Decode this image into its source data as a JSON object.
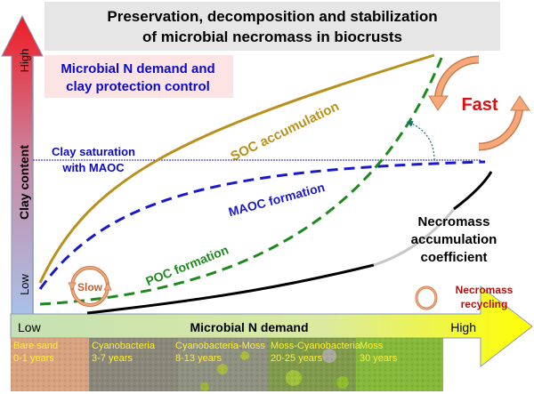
{
  "title": {
    "line1": "Preservation, decomposition and stabilization",
    "line2": "of microbial necromass in biocrusts"
  },
  "control_box": {
    "line1": "Microbial N demand and",
    "line2": "clay protection control"
  },
  "y_axis": {
    "label": "Clay content",
    "high": "High",
    "low": "Low"
  },
  "x_axis": {
    "label": "Microbial N demand",
    "low": "Low",
    "high": "High"
  },
  "clay_saturation": {
    "line1": "Clay saturation",
    "line2": "with MAOC"
  },
  "curves": {
    "soc": "SOC accumulation",
    "maoc": "MAOC formation",
    "poc": "POC formation",
    "necromass": {
      "line1": "Necromass",
      "line2": "accumulation",
      "line3": "coefficient"
    }
  },
  "cycles": {
    "fast": "Fast",
    "slow": "Slow",
    "recycling_line1": "Necromass",
    "recycling_line2": "recycling"
  },
  "stages": [
    {
      "name": "Bare sand",
      "age": "0-1 years"
    },
    {
      "name": "Cyanobacteria",
      "age": "3-7 years"
    },
    {
      "name": "Cyanobacteria-Moss",
      "age": "8-13 years"
    },
    {
      "name": "Moss-Cyanobacteria",
      "age": "20-25 years"
    },
    {
      "name": "Moss",
      "age": "30 years"
    }
  ],
  "colors": {
    "soc": "#b8901c",
    "maoc": "#1a1acc",
    "poc": "#1e8a1e",
    "necromass": "#000000",
    "cycle": "#d9875a",
    "fast_text": "#e01010",
    "recycling_text": "#b01010"
  }
}
